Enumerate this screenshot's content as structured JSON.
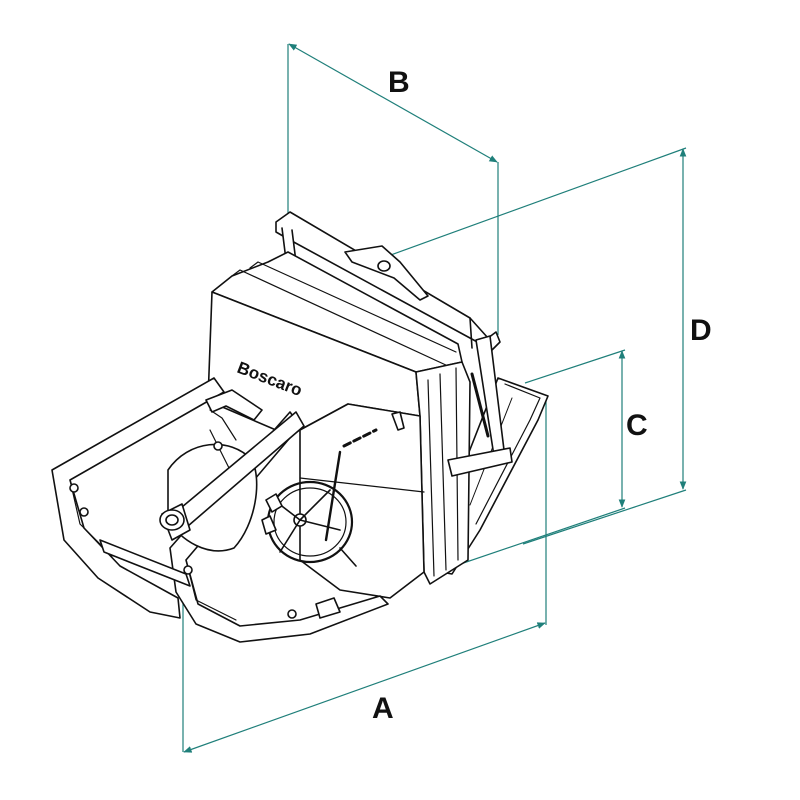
{
  "dimensions": {
    "A": "A",
    "B": "B",
    "C": "C",
    "D": "D"
  },
  "brand": {
    "name": "Boscaro"
  },
  "colors": {
    "dimension_line": "#1f7f7a",
    "machine_stroke": "#111111",
    "machine_fill": "#ffffff",
    "shade_fill": "#d8d8d8"
  }
}
